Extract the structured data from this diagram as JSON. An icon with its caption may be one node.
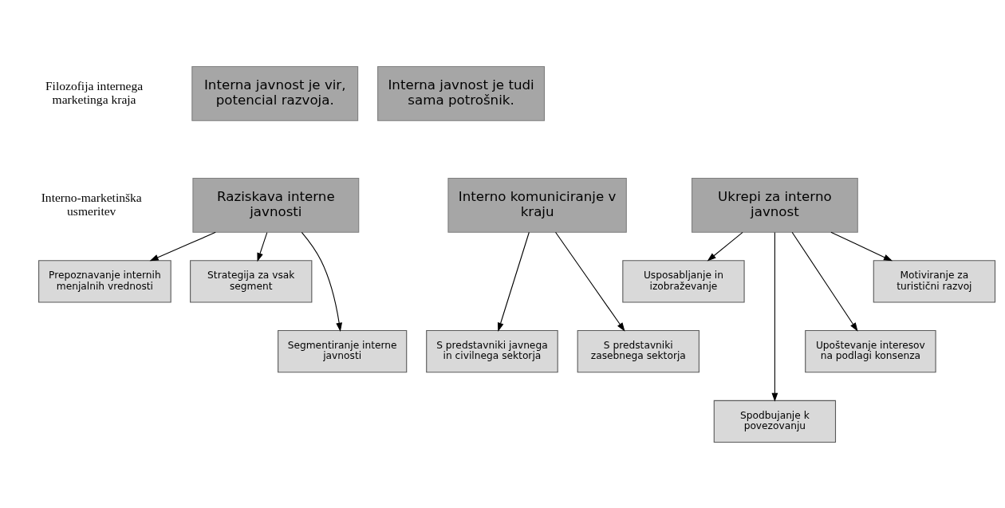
{
  "diagram": {
    "nodes": [
      {
        "text": [
          "Interna javnost je vir, potencial razvoja."
        ]
      },
      {
        "text": [
          "Interna javnost je tudi sama potrošnik."
        ]
      },
      {
        "text": [
          "Raziskava interne javnosti"
        ]
      },
      {
        "text": [
          "Interno komuniciranje v kraju"
        ]
      },
      {
        "text": [
          "Ukrepi za interno javnost"
        ]
      },
      {
        "text": [
          "Prepoznavanje internih menjalnih vrednosti"
        ]
      },
      {
        "text": [
          "Strategija za vsak segment"
        ]
      },
      {
        "text": [
          "Segmentiranje interne javnosti"
        ]
      },
      {
        "text": [
          "S predstavniki zasebnega sektorja"
        ]
      },
      {
        "text": [
          "S predstavniki javnega in civilnega sektorja"
        ]
      },
      {
        "text": [
          "Motiviranje za turistični razvoj"
        ]
      },
      {
        "text": [
          "Usposabljanje in izobraževanje"
        ]
      },
      {
        "text": [
          "Spodbujanje k povezovanju"
        ]
      },
      {
        "text": [
          "Upoštevanje interesov na podlagi konsenza"
        ]
      }
    ],
    "edges": [
      {
        "from": 2,
        "to": 5,
        "arrow": "to"
      },
      {
        "from": 2,
        "to": 7,
        "arrow": "to"
      },
      {
        "from": 2,
        "to": 6,
        "arrow": "to"
      },
      {
        "from": 3,
        "to": 8,
        "arrow": "to"
      },
      {
        "from": 3,
        "to": 9,
        "arrow": "to"
      },
      {
        "from": 4,
        "to": 10,
        "arrow": "to"
      },
      {
        "from": 4,
        "to": 12,
        "arrow": "to"
      },
      {
        "from": 4,
        "to": 13,
        "arrow": "to"
      },
      {
        "from": 4,
        "to": 11,
        "arrow": "to"
      }
    ],
    "labels": [
      "Filozofija internega marketinga kraja",
      "Interno-marketinška usmeritev"
    ]
  }
}
